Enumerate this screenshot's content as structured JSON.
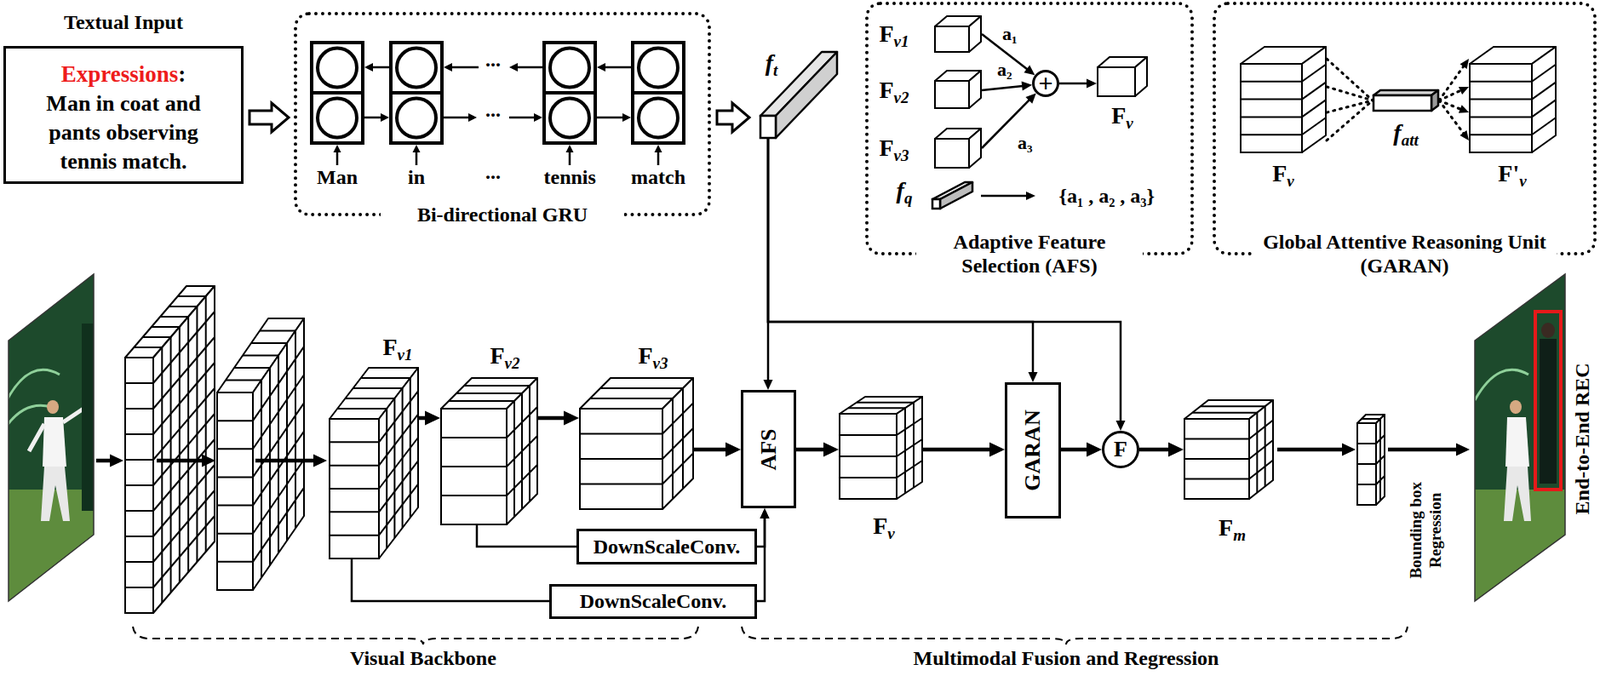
{
  "diagram": {
    "nodes": [
      {
        "text": [
          "Textual Input",
          "Expressions",
          ":",
          "Man in coat and pants observing tennis match."
        ]
      },
      {
        "text": [
          "Bi-directional GRU"
        ]
      },
      {
        "text": [
          "f",
          "t"
        ]
      },
      {
        "text": [
          "Adaptive Feature Selection (AFS)"
        ]
      },
      {
        "text": [
          "F",
          "v1"
        ],
        "in": 3
      },
      {
        "text": [
          "F",
          "v2"
        ],
        "in": 3
      },
      {
        "text": [
          "F",
          "v3"
        ],
        "in": 3
      },
      {
        "text": [
          "+"
        ],
        "in": 3
      },
      {
        "text": [
          "F",
          "v"
        ],
        "in": 3
      },
      {
        "text": [
          "f",
          "q"
        ],
        "in": 3
      },
      {
        "text": [
          "Global Attentive Reasoning Unit (GARAN)"
        ]
      },
      {
        "text": [
          "F",
          "v"
        ],
        "in": 10
      },
      {
        "text": [
          "f",
          "att"
        ],
        "in": 10
      },
      {
        "text": [
          "F'",
          "v"
        ],
        "in": 10
      },
      {
        "text": [
          "F",
          "v1"
        ]
      },
      {
        "text": [
          "F",
          "v2"
        ]
      },
      {
        "text": [
          "F",
          "v3"
        ]
      },
      {
        "text": [
          "AFS"
        ]
      },
      {
        "text": [
          "DownScaleConv."
        ]
      },
      {
        "text": [
          "DownScaleConv."
        ]
      },
      {
        "text": [
          "F",
          "v"
        ]
      },
      {
        "text": [
          "GARAN"
        ]
      },
      {
        "text": [
          "F"
        ]
      },
      {
        "text": [
          "F",
          "m"
        ]
      }
    ],
    "edges": [
      {
        "from": 0,
        "to": 1,
        "arrow": "to"
      },
      {
        "from": 1,
        "to": 2,
        "arrow": "to"
      },
      {
        "from": 4,
        "to": 7,
        "label": "a₁",
        "arrow": "to"
      },
      {
        "from": 5,
        "to": 7,
        "label": "a₂",
        "arrow": "to"
      },
      {
        "from": 6,
        "to": 7,
        "label": "a₃",
        "arrow": "to"
      },
      {
        "from": 7,
        "to": 8,
        "arrow": "to"
      },
      {
        "from": 11,
        "to": 12,
        "arrow": "none"
      },
      {
        "from": 12,
        "to": 13,
        "arrow": "to"
      },
      {
        "from": 14,
        "to": 15,
        "arrow": "to"
      },
      {
        "from": 15,
        "to": 16,
        "arrow": "to"
      },
      {
        "from": 16,
        "to": 17,
        "arrow": "to"
      },
      {
        "from": 15,
        "to": 18,
        "arrow": "none"
      },
      {
        "from": 18,
        "to": 17,
        "arrow": "to"
      },
      {
        "from": 14,
        "to": 19,
        "arrow": "none"
      },
      {
        "from": 19,
        "to": 17,
        "arrow": "to"
      },
      {
        "from": 2,
        "to": 17,
        "arrow": "to"
      },
      {
        "from": 2,
        "to": 21,
        "arrow": "to"
      },
      {
        "from": 2,
        "to": 22,
        "arrow": "to"
      },
      {
        "from": 17,
        "to": 20,
        "arrow": "to"
      },
      {
        "from": 20,
        "to": 21,
        "arrow": "to"
      },
      {
        "from": 21,
        "to": 22,
        "arrow": "to"
      },
      {
        "from": 22,
        "to": 23,
        "arrow": "to"
      }
    ],
    "labels": [
      "Man",
      "in",
      "...",
      "tennis",
      "match",
      "...",
      "...",
      "{a₁ , a₂ , a₃}",
      "Bounding box Regression",
      "End-to-End REC",
      "Visual Backbone",
      "Multimodal Fusion and Regression"
    ]
  }
}
